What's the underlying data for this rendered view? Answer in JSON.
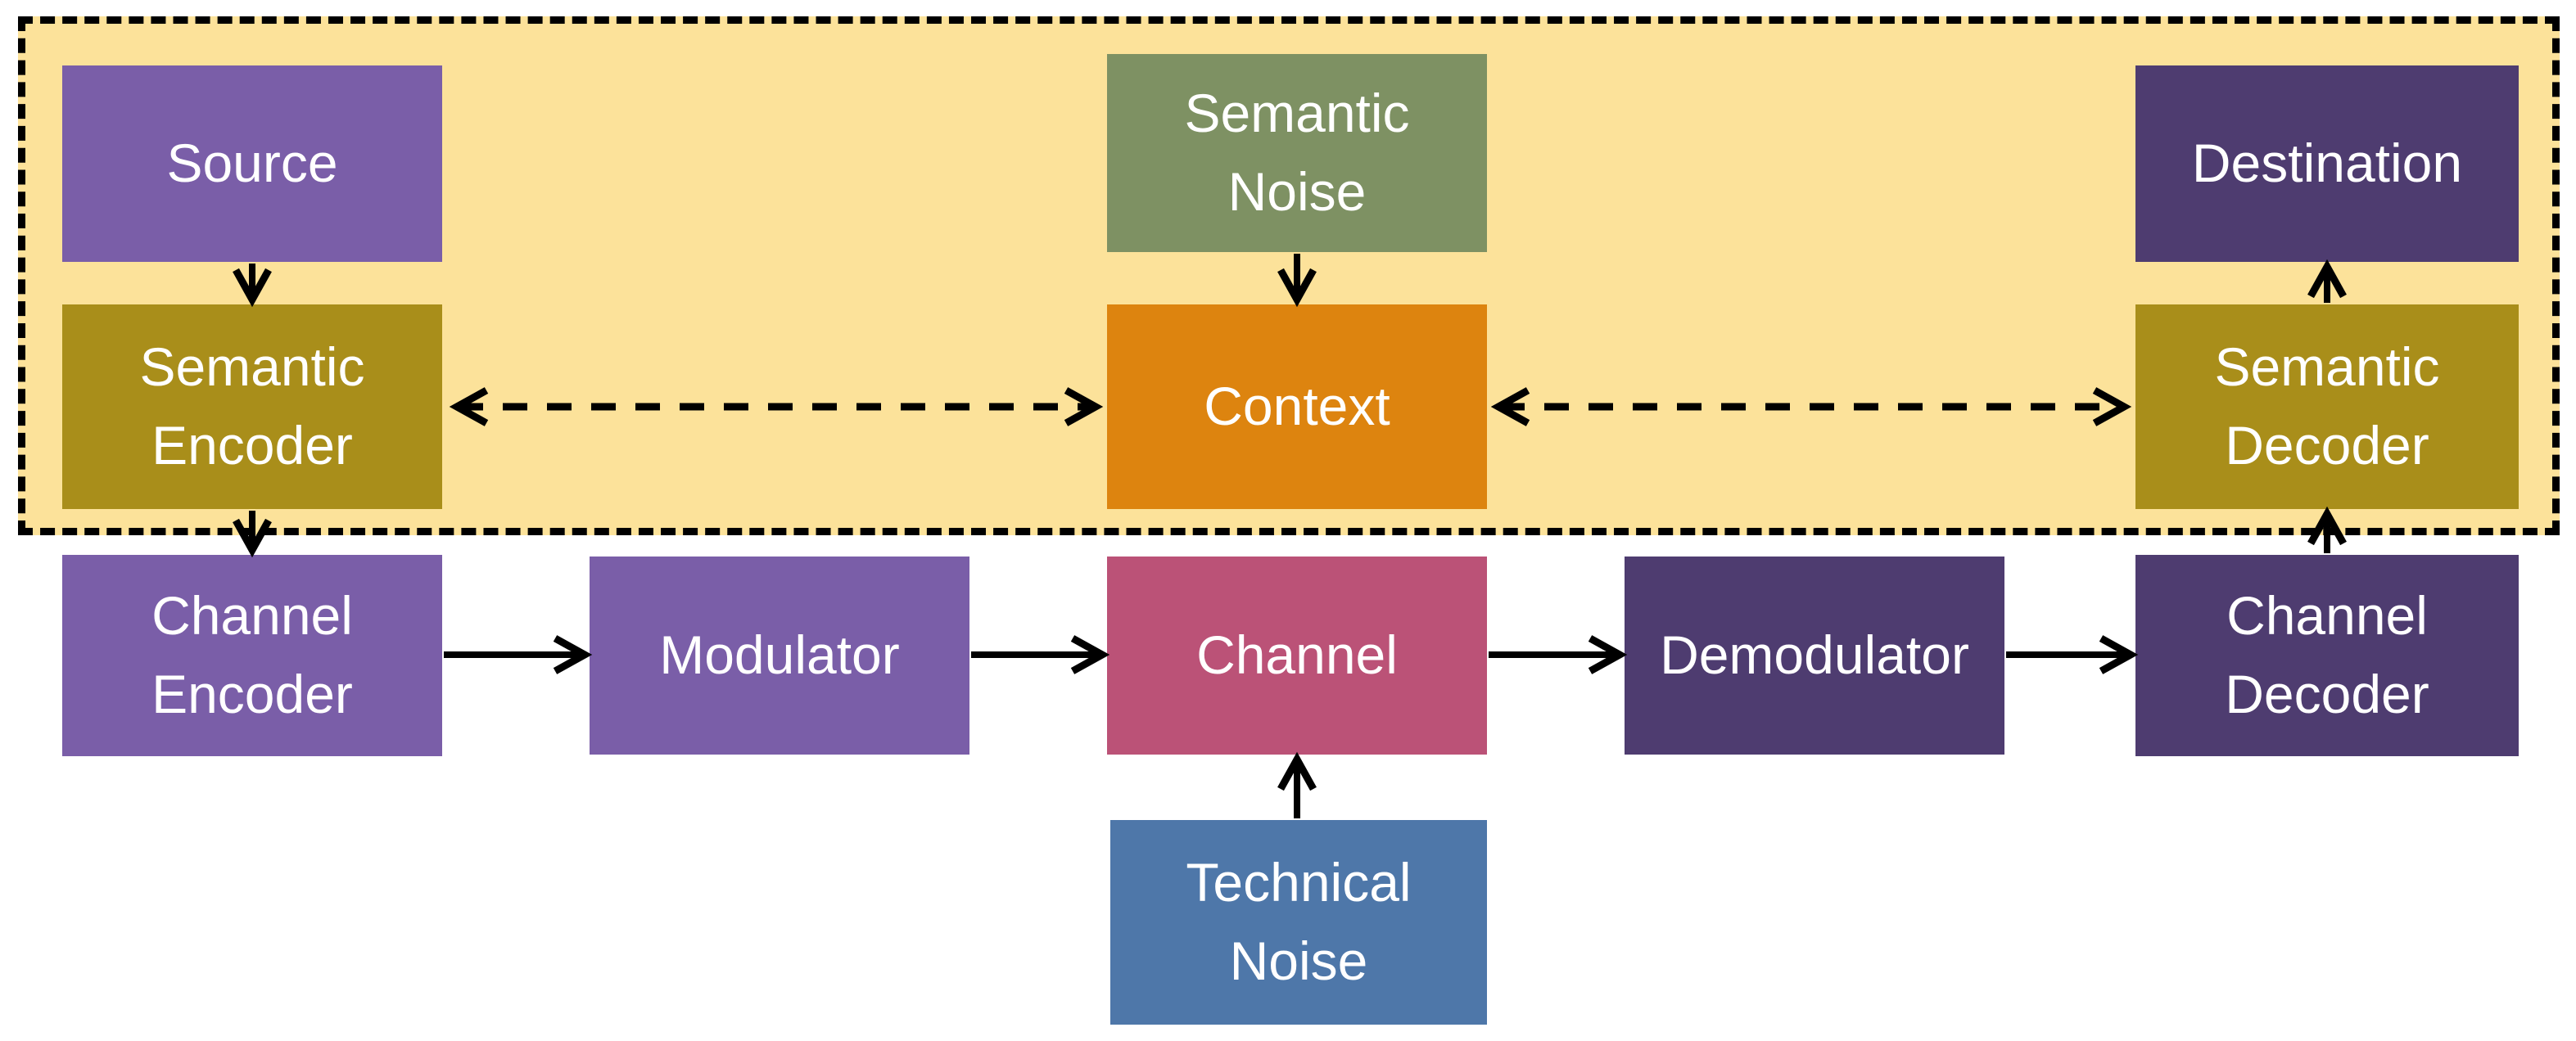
{
  "nodes": {
    "source": {
      "label": "Source",
      "color_key": "purple"
    },
    "semantic_noise": {
      "label": "Semantic\nNoise",
      "color_key": "green"
    },
    "destination": {
      "label": "Destination",
      "color_key": "dark_purple"
    },
    "semantic_encoder": {
      "label": "Semantic\nEncoder",
      "color_key": "olive"
    },
    "context": {
      "label": "Context",
      "color_key": "orange"
    },
    "semantic_decoder": {
      "label": "Semantic\nDecoder",
      "color_key": "olive"
    },
    "channel_encoder": {
      "label": "Channel\nEncoder",
      "color_key": "purple"
    },
    "modulator": {
      "label": "Modulator",
      "color_key": "purple"
    },
    "channel": {
      "label": "Channel",
      "color_key": "rose"
    },
    "demodulator": {
      "label": "Demodulator",
      "color_key": "dark_purple"
    },
    "channel_decoder": {
      "label": "Channel\nDecoder",
      "color_key": "dark_purple"
    },
    "technical_noise": {
      "label": "Technical\nNoise",
      "color_key": "blue"
    }
  },
  "colors": {
    "purple": "#7A5EA8",
    "dark_purple": "#4E3C70",
    "olive": "#A98E1A",
    "green": "#7E9163",
    "orange": "#DD840F",
    "rose": "#BB5277",
    "blue": "#4E77A9",
    "container_fill": "#FCE29A",
    "line": "#000000",
    "text": "#FFFFFF"
  },
  "edges": [
    {
      "from": "source",
      "to": "semantic_encoder",
      "style": "solid"
    },
    {
      "from": "semantic_encoder",
      "to": "channel_encoder",
      "style": "solid"
    },
    {
      "from": "semantic_noise",
      "to": "context",
      "style": "solid"
    },
    {
      "from": "semantic_decoder",
      "to": "destination",
      "style": "solid"
    },
    {
      "from": "channel_decoder",
      "to": "semantic_decoder",
      "style": "solid"
    },
    {
      "from": "technical_noise",
      "to": "channel",
      "style": "solid"
    },
    {
      "from": "channel_encoder",
      "to": "modulator",
      "style": "solid"
    },
    {
      "from": "modulator",
      "to": "channel",
      "style": "solid"
    },
    {
      "from": "channel",
      "to": "demodulator",
      "style": "solid"
    },
    {
      "from": "demodulator",
      "to": "channel_decoder",
      "style": "solid"
    },
    {
      "from": "semantic_encoder",
      "to": "context",
      "style": "dashed-bidirectional"
    },
    {
      "from": "context",
      "to": "semantic_decoder",
      "style": "dashed-bidirectional"
    }
  ]
}
